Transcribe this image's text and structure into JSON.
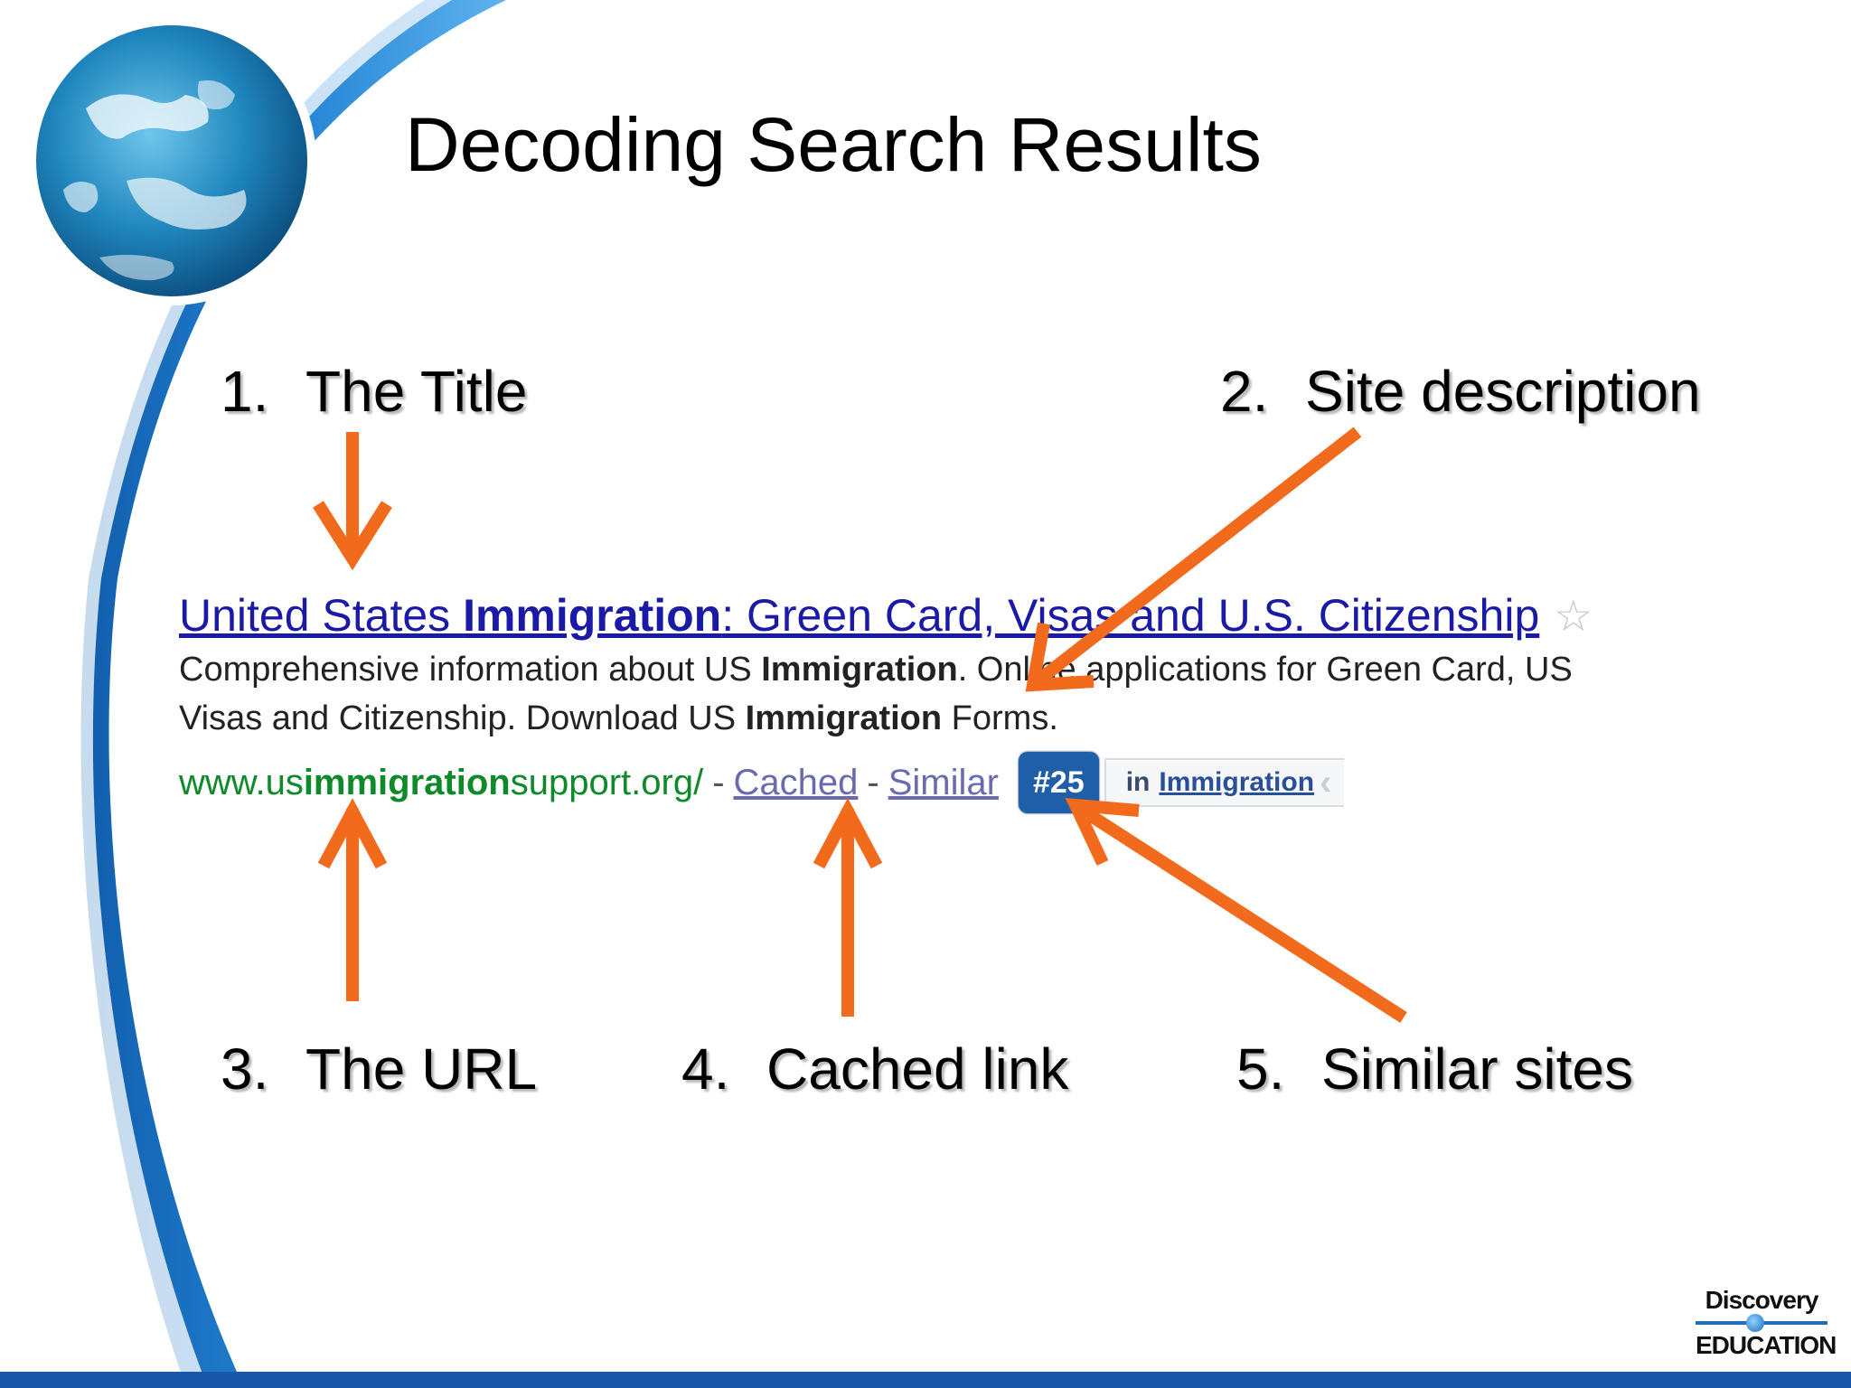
{
  "slide": {
    "title": "Decoding Search Results"
  },
  "labels": [
    {
      "num": "1.",
      "text": "The Title"
    },
    {
      "num": "2.",
      "text": "Site description"
    },
    {
      "num": "3.",
      "text": "The URL"
    },
    {
      "num": "4.",
      "text": "Cached link"
    },
    {
      "num": "5.",
      "text": "Similar sites"
    }
  ],
  "result": {
    "title_part1": "United States ",
    "title_bold": "Immigration",
    "title_part2": ": Green Card, Visas and U.S. Citizenship",
    "star_icon": "star-outline-icon",
    "desc_line1_a": "Comprehensive information about US ",
    "desc_line1_bold": "Immigration",
    "desc_line1_b": ". Online applications for Green Card, US",
    "desc_line2_a": "Visas and Citizenship. Download US ",
    "desc_line2_bold": "Immigration",
    "desc_line2_b": " Forms.",
    "url_a": "www.us",
    "url_bold": "immigration",
    "url_b": "support.org/",
    "dash": "-",
    "cached": "Cached",
    "similar": "Similar",
    "rank_badge": "#25",
    "rank_in": "in",
    "rank_category": "Immigration"
  },
  "logo": {
    "line1": "Discovery",
    "line2": "EDUCATION"
  },
  "colors": {
    "arrow": "#f26b1d",
    "title_link": "#1a1aa6",
    "url_green": "#0e8a2a",
    "swoosh_blue": "#1a6fc4",
    "badge_blue": "#1f5fa8"
  }
}
